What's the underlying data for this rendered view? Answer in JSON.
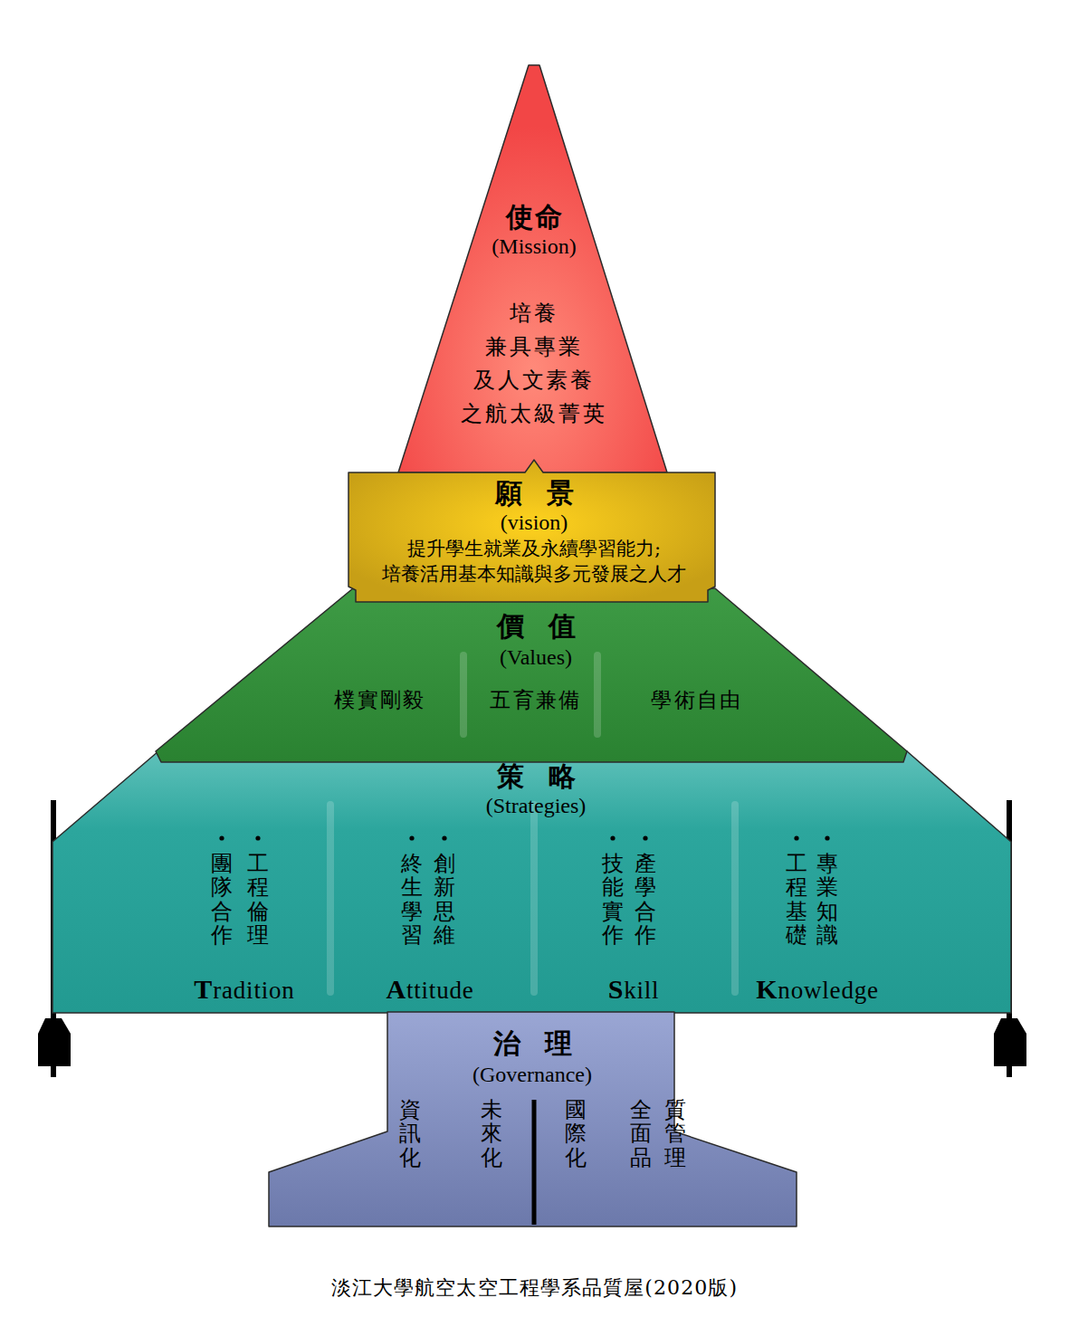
{
  "diagram": {
    "caption": "淡江大學航空太空工程學系品質屋(2020版)",
    "nodes": [
      {
        "text": [
          "使命",
          "(Mission)",
          "培養 兼具專業 及人文素養 之航太級菁英"
        ]
      },
      {
        "text": [
          "願景",
          "(vision)",
          "提升學生就業及永續學習能力; 培養活用基本知識與多元發展之人才"
        ]
      },
      {
        "text": [
          "價值",
          "(Values)",
          "樸實剛毅",
          "五育兼備",
          "學術自由"
        ]
      },
      {
        "text": [
          "策略",
          "(Strategies)"
        ]
      },
      {
        "text": [
          "團隊合作",
          "工程倫理",
          "Tradition"
        ],
        "in": 3
      },
      {
        "text": [
          "終生學習",
          "創新思維",
          "Attitude"
        ],
        "in": 3
      },
      {
        "text": [
          "技能實作",
          "產學合作",
          "Skill"
        ],
        "in": 3
      },
      {
        "text": [
          "工程基礎",
          "專業知識",
          "Knowledge"
        ],
        "in": 3
      },
      {
        "text": [
          "治理",
          "(Governance)"
        ]
      },
      {
        "text": [
          "資訊化",
          "未來化"
        ],
        "in": 8
      },
      {
        "text": [
          "國際化",
          "全面品質管理"
        ],
        "in": 8
      }
    ]
  }
}
